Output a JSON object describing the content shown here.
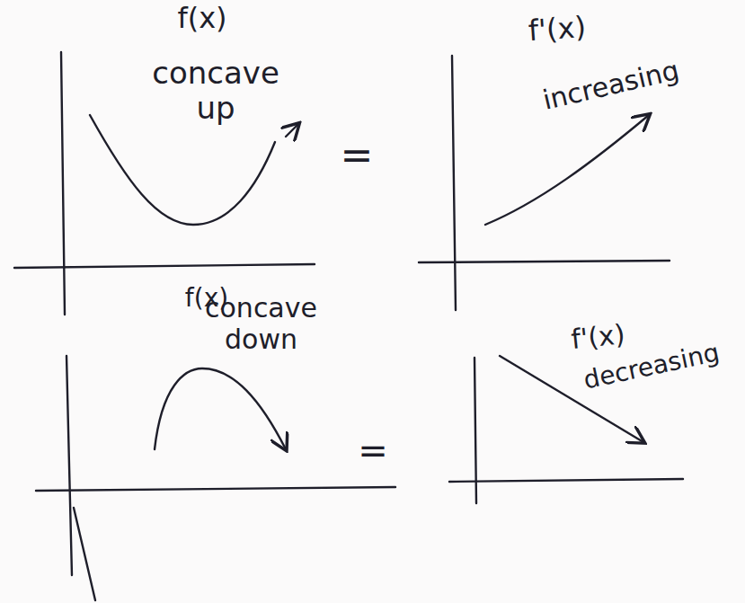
{
  "diagram": {
    "labels": [
      "f(x)",
      "concave up",
      "f'(x)",
      "increasing",
      "=",
      "f(x)",
      "concave down",
      "f'(x)",
      "decreasing",
      "="
    ]
  }
}
